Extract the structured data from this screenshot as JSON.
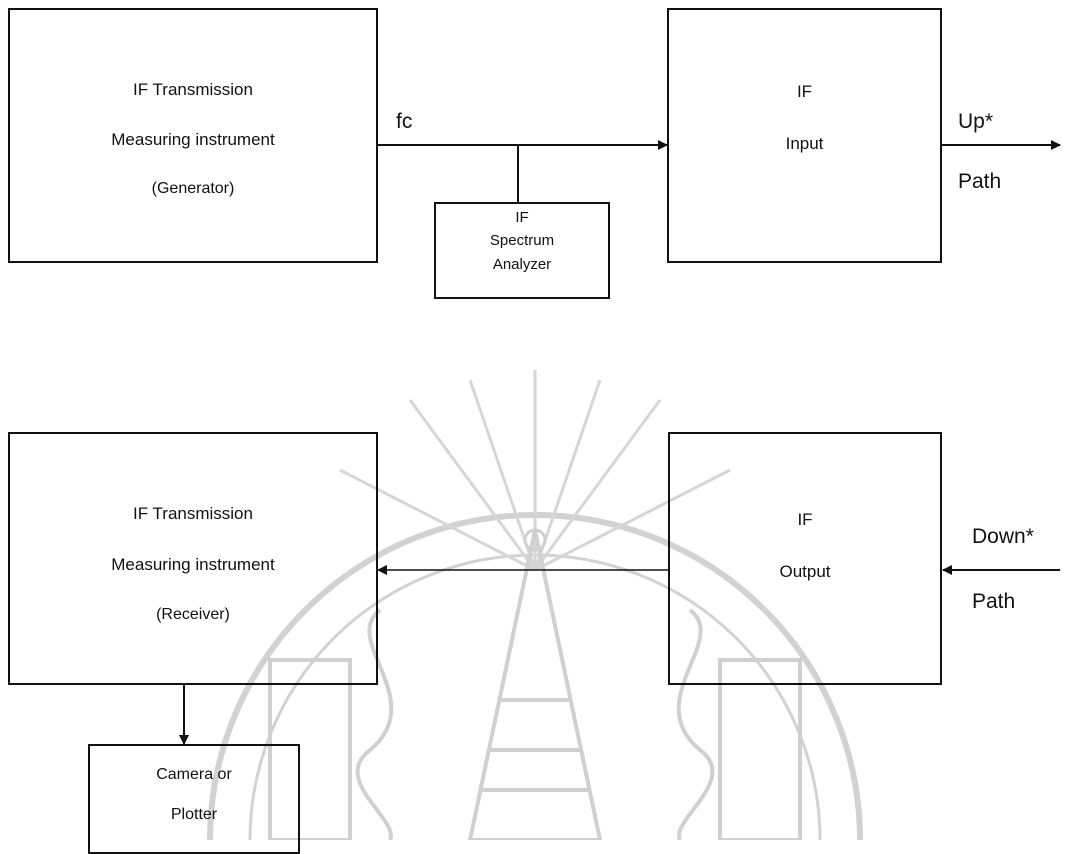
{
  "top": {
    "generator": {
      "lines": [
        "IF Transmission",
        "Measuring instrument",
        "(Generator)"
      ]
    },
    "signal_label": "fc",
    "spectrum_analyzer": {
      "lines": [
        "IF",
        "Spectrum",
        "Analyzer"
      ]
    },
    "if_input": {
      "lines": [
        "IF",
        "Input"
      ]
    },
    "up_path": {
      "label_1": "Up*",
      "label_2": "Path"
    }
  },
  "bottom": {
    "receiver": {
      "lines": [
        "IF Transmission",
        "Measuring instrument",
        "(Receiver)"
      ]
    },
    "if_output": {
      "lines": [
        "IF",
        "Output"
      ]
    },
    "down_path": {
      "label_1": "Down*",
      "label_2": "Path"
    },
    "camera_plotter": {
      "lines": [
        "Camera or",
        "Plotter"
      ]
    }
  },
  "watermark": {
    "name": "university-seal-watermark",
    "color": "#cfcfcf"
  }
}
